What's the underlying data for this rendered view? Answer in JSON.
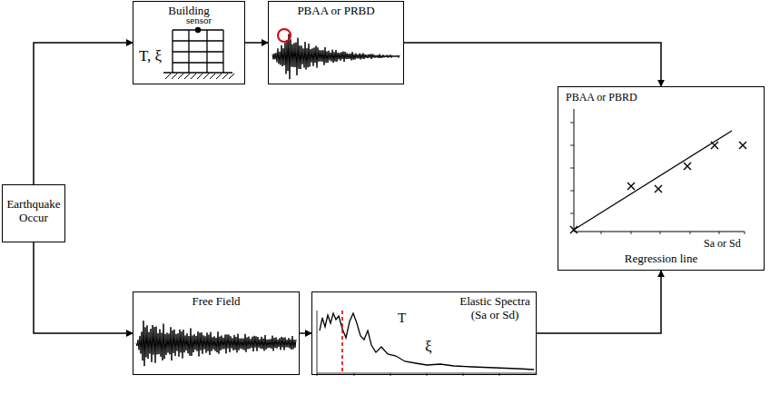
{
  "diagram": {
    "nodes": [
      {
        "text": [
          "Building",
          "sensor",
          "T, ξ"
        ]
      },
      {
        "text": [
          "PBAA or PRBD"
        ]
      },
      {
        "text": [
          "PBAA or PBRD",
          "Sa or Sd",
          "Regression line"
        ]
      },
      {
        "text": [
          "Earthquake Occur"
        ]
      },
      {
        "text": [
          "Free Field"
        ]
      },
      {
        "text": [
          "Elastic Spectra (Sa or Sd)",
          "T",
          "ξ"
        ]
      }
    ],
    "edges": [
      {
        "from": 3,
        "to": 0,
        "arrow": "to"
      },
      {
        "from": 3,
        "to": 4,
        "arrow": "to"
      },
      {
        "from": 0,
        "to": 1,
        "arrow": "to"
      },
      {
        "from": 4,
        "to": 5,
        "arrow": "to"
      },
      {
        "from": 1,
        "to": 2,
        "arrow": "to"
      },
      {
        "from": 5,
        "to": 2,
        "arrow": "to"
      }
    ]
  }
}
